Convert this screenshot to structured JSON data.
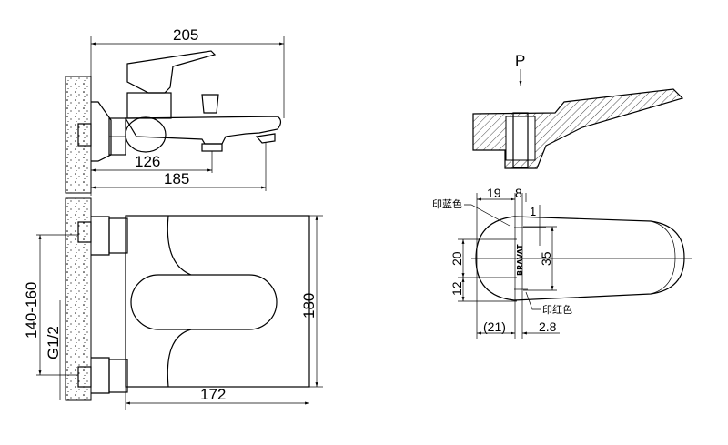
{
  "side_view": {
    "dim_total": "205",
    "dim_outlet1": "126",
    "dim_outlet2": "185"
  },
  "front_view": {
    "dim_width": "172",
    "dim_height": "180",
    "dim_centers": "140-160",
    "dim_thread": "G1/2"
  },
  "handle_section": {
    "force_label": "P"
  },
  "handle_top": {
    "dim_19": "19",
    "dim_8": "8",
    "dim_1": "1",
    "dim_20": "20",
    "dim_12": "12",
    "dim_35": "35",
    "dim_21": "(21)",
    "dim_2_8": "2.8",
    "blue_mark_label": "印蓝色",
    "red_mark_label": "印红色",
    "brand": "BRAVAT"
  }
}
